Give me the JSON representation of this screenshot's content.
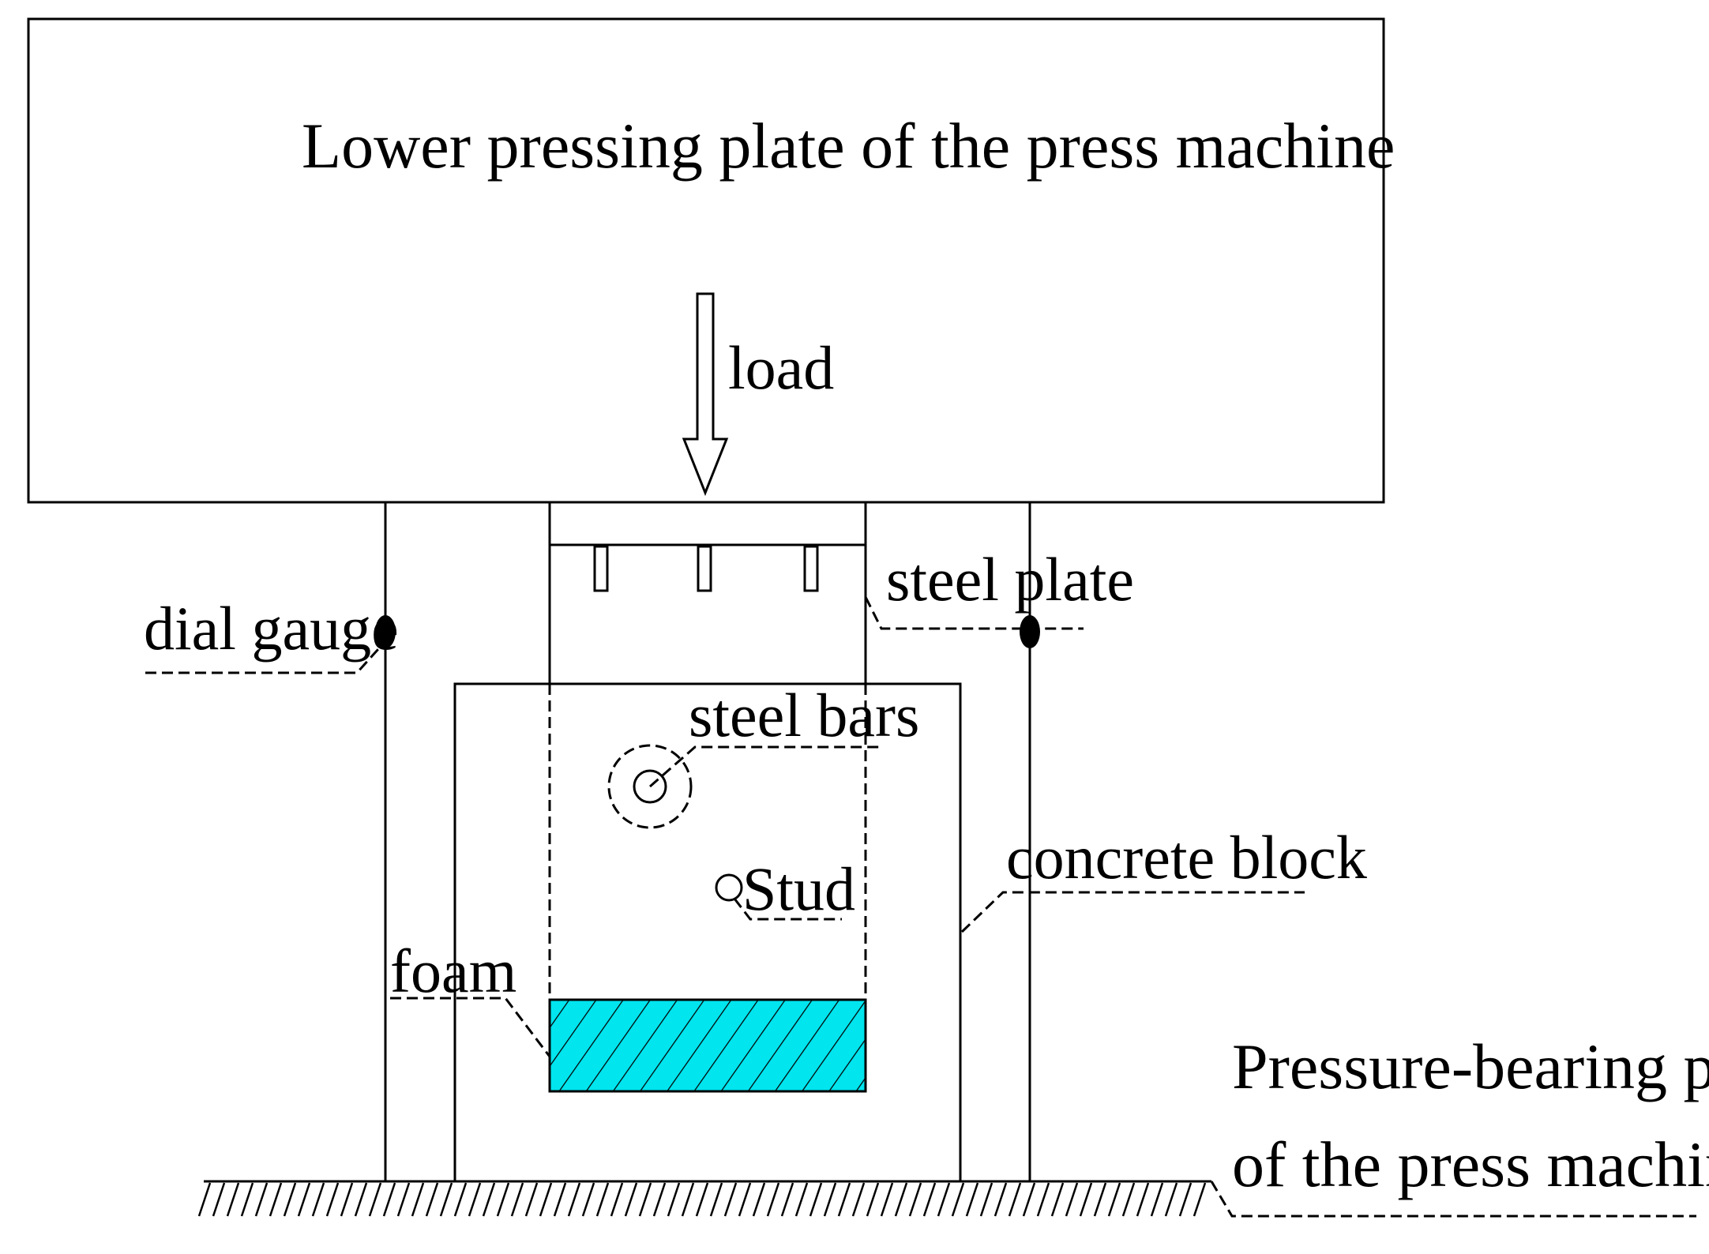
{
  "diagram": {
    "title_top": "Lower pressing plate of the press machine",
    "load_label": "load",
    "steel_plate_label": "steel plate",
    "dial_gauge_label": "dial gauge",
    "steel_bars_label": "steel bars",
    "stud_label": "Stud",
    "concrete_block_label": "concrete block",
    "foam_label": "foam",
    "bottom_plate_line1": "Pressure-bearing plate",
    "bottom_plate_line2": "of the press machine",
    "colors": {
      "line": "#000000",
      "foam": "#00e5ee",
      "background": "#ffffff"
    }
  }
}
